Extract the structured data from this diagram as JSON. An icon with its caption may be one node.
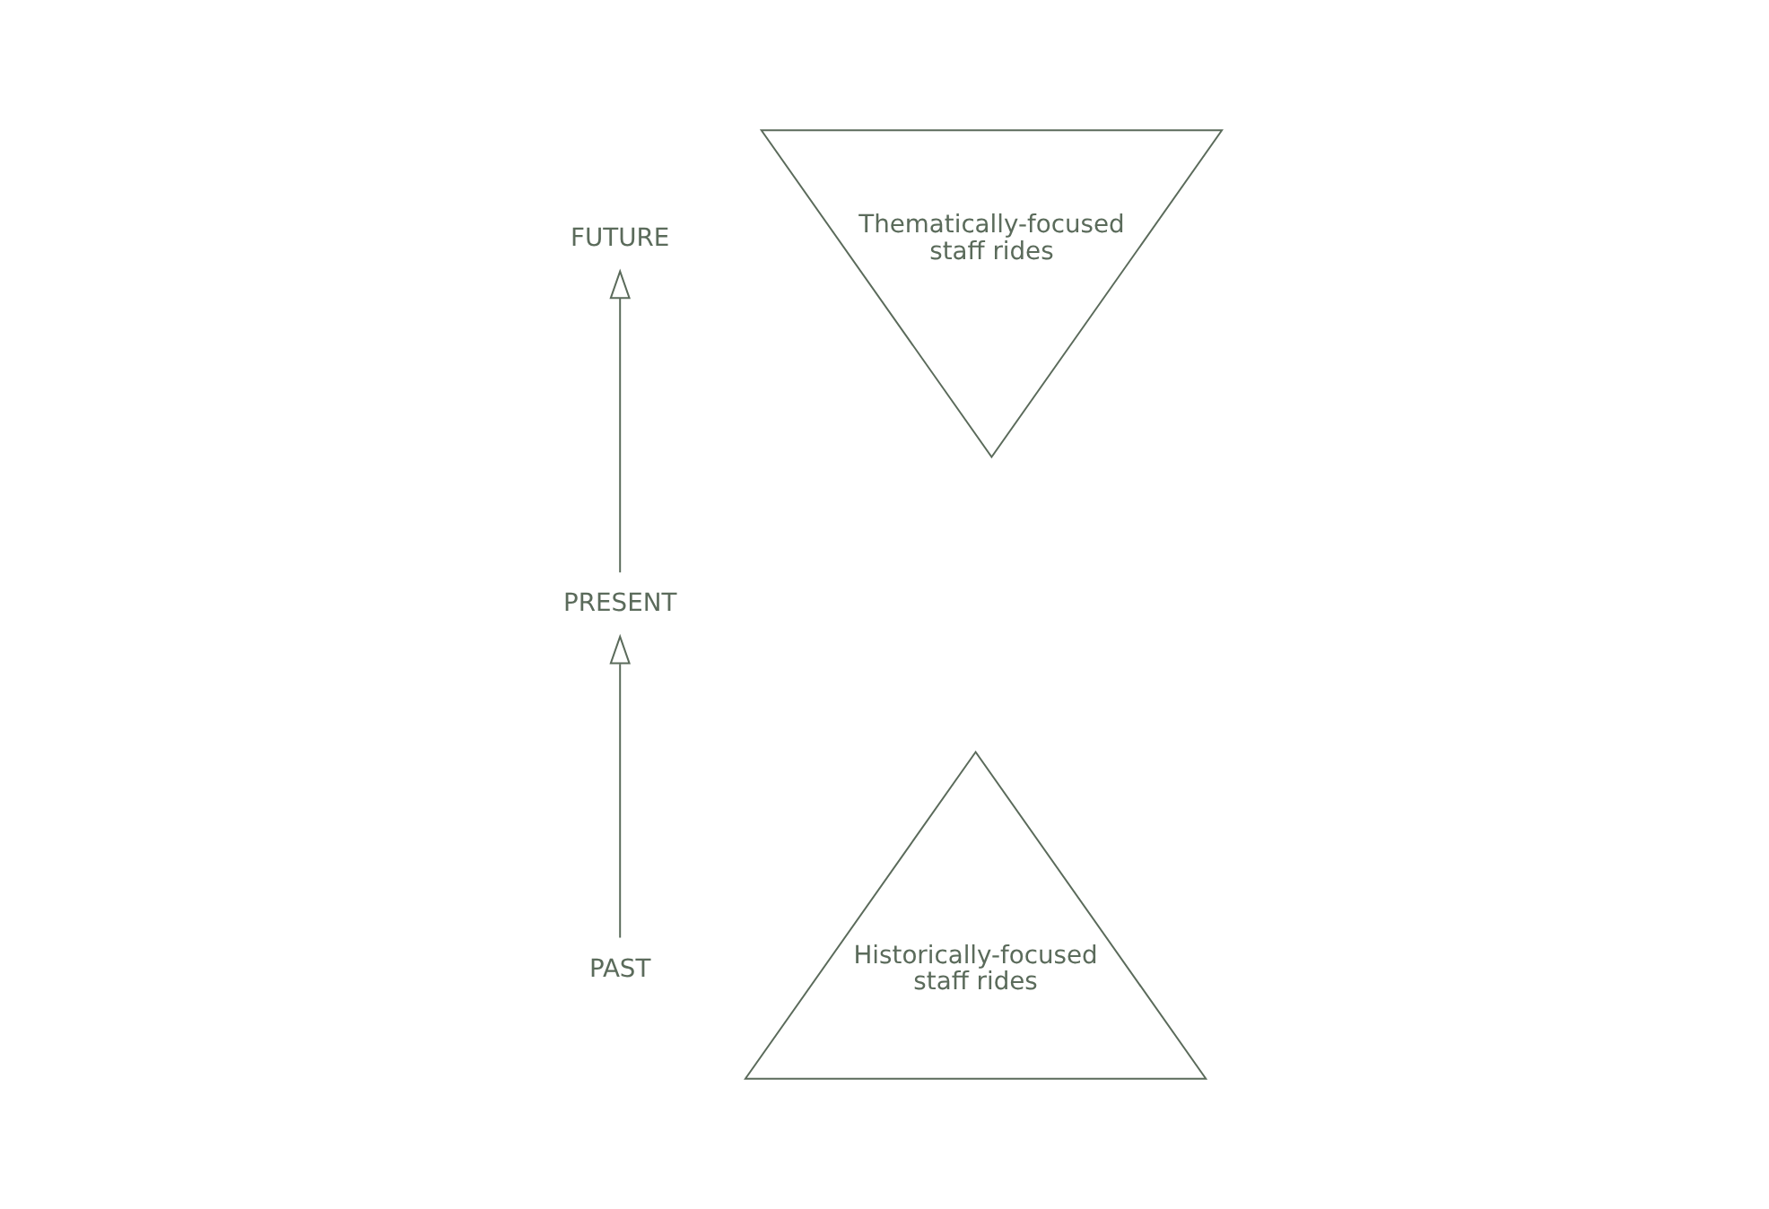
{
  "diagram": {
    "nodes": [
      {
        "text": [
          "FUTURE"
        ]
      },
      {
        "text": [
          "Thematically-focused staff rides"
        ]
      },
      {
        "text": [
          "PRESENT"
        ]
      },
      {
        "text": [
          "PAST"
        ]
      },
      {
        "text": [
          "Historically-focused staff rides"
        ]
      }
    ],
    "edges": [
      {
        "from": 3,
        "to": 2,
        "arrow": "to"
      },
      {
        "from": 2,
        "to": 0,
        "arrow": "to"
      }
    ]
  }
}
